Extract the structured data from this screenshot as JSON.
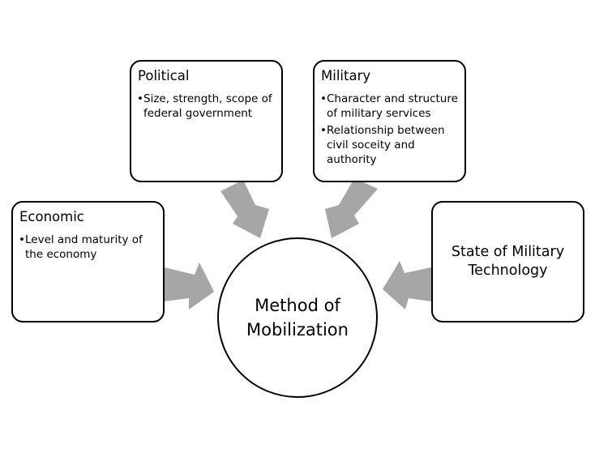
{
  "diagram": {
    "center": {
      "line1": "Method of",
      "line2": "Mobilization"
    },
    "political": {
      "title": "Political",
      "bullets": [
        "Size, strength, scope of federal government"
      ]
    },
    "military": {
      "title": "Military",
      "bullets": [
        "Character and structure of military services",
        "Relationship between civil soceity and authority"
      ]
    },
    "economic": {
      "title": "Economic",
      "bullets": [
        "Level and maturity of the economy"
      ]
    },
    "technology": {
      "line1": "State of Military",
      "line2": "Technology"
    },
    "colors": {
      "arrow": "#a6a6a6",
      "border": "#000000",
      "background": "#ffffff"
    }
  }
}
